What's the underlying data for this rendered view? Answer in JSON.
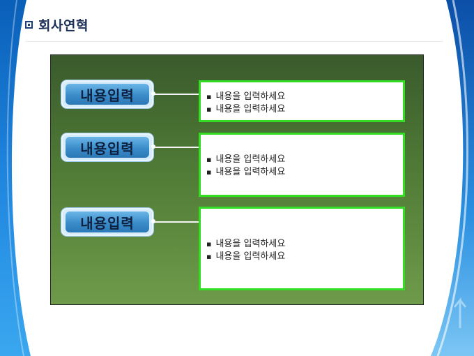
{
  "title": "회사연혁",
  "rows": [
    {
      "label": "내용입력",
      "bullets": [
        "내용을 입력하세요",
        "내용을 입력하세요"
      ]
    },
    {
      "label": "내용입력",
      "bullets": [
        "내용을 입력하세요",
        "내용을 입력하세요"
      ]
    },
    {
      "label": "내용입력",
      "bullets": [
        "내용을 입력하세요",
        "내용을 입력하세요"
      ]
    }
  ],
  "colors": {
    "panel_top": "#3a5a2c",
    "panel_bottom": "#6e9b4a",
    "textbox_border": "#33dd22",
    "label_blue": "#3a8cc9",
    "title": "#1b2f57"
  }
}
